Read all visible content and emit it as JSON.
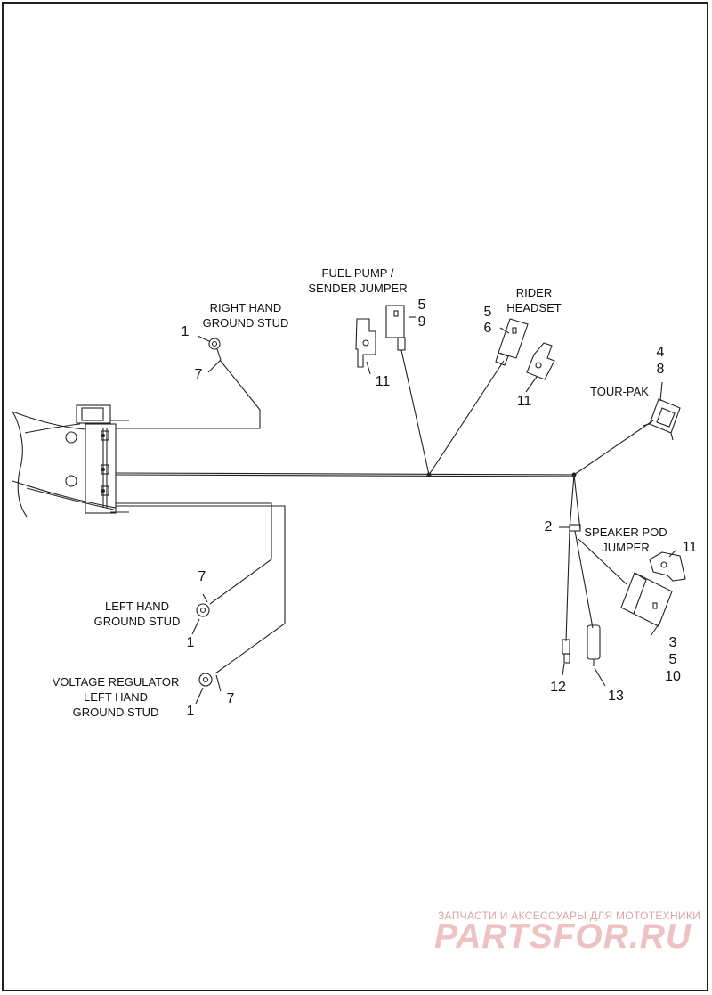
{
  "labels": {
    "right_hand_ground_stud": [
      "RIGHT HAND",
      "GROUND STUD"
    ],
    "fuel_pump_sender_jumper": [
      "FUEL PUMP /",
      "SENDER JUMPER"
    ],
    "rider_headset": [
      "RIDER",
      "HEADSET"
    ],
    "tour_pak": [
      "TOUR-PAK"
    ],
    "speaker_pod_jumper": [
      "SPEAKER POD",
      "JUMPER"
    ],
    "left_hand_ground_stud": [
      "LEFT HAND",
      "GROUND STUD"
    ],
    "voltage_regulator_ground_stud": [
      "VOLTAGE REGULATOR",
      "LEFT HAND",
      "GROUND STUD"
    ]
  },
  "callouts": {
    "rh_ring_1": "1",
    "rh_ring_7": "7",
    "fuel_5": "5",
    "fuel_9": "9",
    "fuel_11": "11",
    "rider_5": "5",
    "rider_6": "6",
    "rider_11": "11",
    "tour_4": "4",
    "tour_8": "8",
    "splice_2": "2",
    "speaker_11": "11",
    "speaker_3": "3",
    "speaker_5": "5",
    "speaker_10": "10",
    "bullet_12": "12",
    "sleeve_13": "13",
    "lh_7": "7",
    "lh_1": "1",
    "vr_1": "1",
    "vr_7": "7"
  },
  "watermark": {
    "tagline": "ЗАПЧАСТИ И АКСЕССУАРЫ ДЛЯ МОТОТЕХНИКИ",
    "brand": "PARTSFOR.RU"
  },
  "colors": {
    "line": "#222222",
    "watermark_text": "#d8a4a4",
    "watermark_brand": "#eec2c2"
  }
}
